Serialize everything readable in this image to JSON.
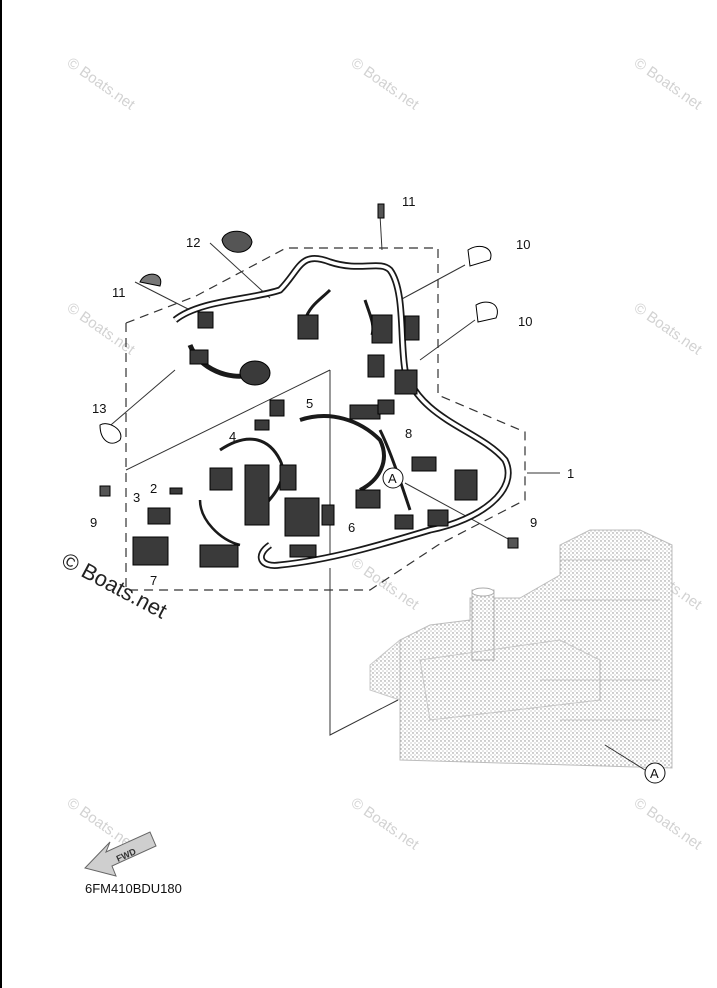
{
  "watermark_text": "© Boats.net",
  "big_watermark_text": "© Boats.net",
  "diagram_code": "6FM410BDU180",
  "fwd_label": "FWD",
  "reference_letter": "A",
  "callouts": [
    "1",
    "2",
    "3",
    "4",
    "5",
    "6",
    "7",
    "8",
    "9",
    "9",
    "10",
    "10",
    "11",
    "11",
    "12",
    "13"
  ]
}
